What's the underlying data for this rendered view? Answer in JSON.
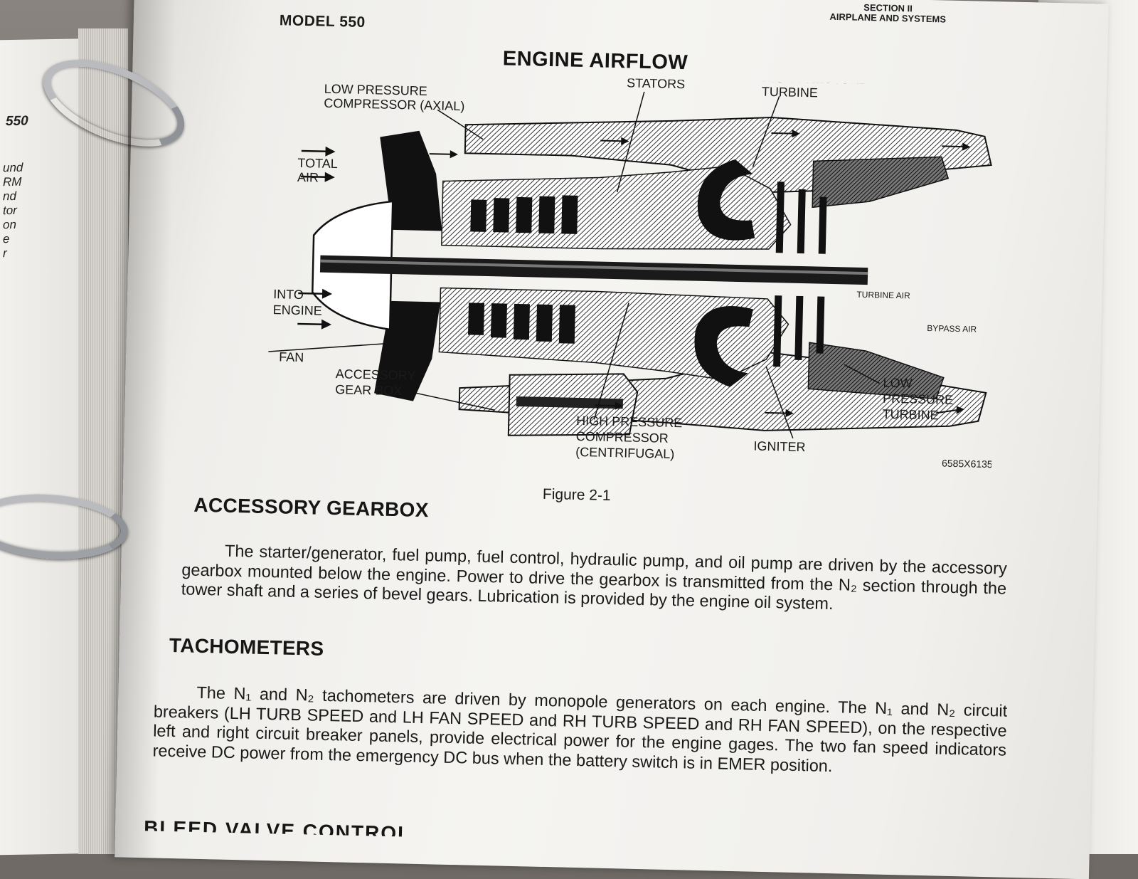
{
  "header": {
    "model": "MODEL 550",
    "section_line1": "SECTION II",
    "section_line2": "AIRPLANE AND SYSTEMS"
  },
  "left_page": {
    "page_number": "550",
    "fragments": [
      "und",
      "RM",
      "nd",
      "tor",
      "on",
      "e",
      "r"
    ]
  },
  "figure": {
    "title": "ENGINE AIRFLOW",
    "caption": "Figure 2-1",
    "part_number": "6585X6135",
    "labels": {
      "lp_compressor_1": "LOW PRESSURE",
      "lp_compressor_2": "COMPRESSOR (AXIAL)",
      "stators": "STATORS",
      "hp_turbine_1": "HIGH PRESSURE",
      "hp_turbine_2": "TURBINE",
      "total_air_1": "TOTAL",
      "total_air_2": "AIR",
      "into_engine_1": "INTO",
      "into_engine_2": "ENGINE",
      "fan": "FAN",
      "accessory_gear_box_1": "ACCESSORY",
      "accessory_gear_box_2": "GEAR BOX",
      "hp_compressor_1": "HIGH PRESSURE",
      "hp_compressor_2": "COMPRESSOR",
      "hp_compressor_3": "(CENTRIFUGAL)",
      "igniter": "IGNITER",
      "lp_turbine_1": "LOW",
      "lp_turbine_2": "PRESSURE",
      "lp_turbine_3": "TURBINE",
      "turbine_air": "TURBINE AIR",
      "bypass_air": "BYPASS AIR"
    }
  },
  "sections": [
    {
      "heading": "ACCESSORY GEARBOX",
      "text": "The starter/generator, fuel pump, fuel control, hydraulic pump, and oil pump are driven by the accessory gearbox mounted below the engine.  Power to drive the gearbox is transmitted from the N₂ section through the tower shaft and a series of bevel gears. Lubrication is provided by the engine oil system."
    },
    {
      "heading": "TACHOMETERS",
      "text": "The N₁ and N₂ tachometers are driven by monopole generators on each engine.  The N₁ and N₂ circuit breakers (LH TURB SPEED and LH FAN SPEED and RH TURB SPEED and RH FAN SPEED), on the respective left and right circuit breaker panels, provide electrical power for the engine gages.  The two fan speed indicators receive DC power from the emergency DC bus when the battery switch is in EMER position."
    }
  ],
  "next_heading_partial": "BLEED VALVE CONTROL"
}
